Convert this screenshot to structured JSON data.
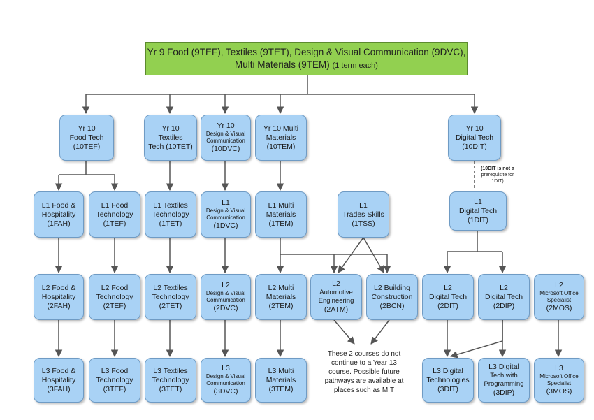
{
  "header": {
    "line1": "Yr 9 Food (9TEF), Textiles (9TET), Design & Visual Communication (9DVC),",
    "line2": "Multi Materials (9TEM)",
    "suffix": "(1 term each)"
  },
  "nodes": {
    "y10_food": {
      "l1": "Yr 10",
      "l2": "Food Tech",
      "l3": "(10TEF)"
    },
    "y10_text": {
      "l1": "Yr 10",
      "l2": "Textiles",
      "l3": "Tech (10TET)"
    },
    "y10_dvc": {
      "l1": "Yr 10",
      "l2": "Design & Visual",
      "l3": "Communication",
      "l4": "(10DVC)"
    },
    "y10_multi": {
      "l1": "Yr 10 Multi",
      "l2": "Materials",
      "l3": "(10TEM)"
    },
    "y10_dig": {
      "l1": "Yr 10",
      "l2": "Digital Tech",
      "l3": "(10DIT)"
    },
    "l1_fah": {
      "l1": "L1 Food &",
      "l2": "Hospitality",
      "l3": "(1FAH)"
    },
    "l1_tef": {
      "l1": "L1 Food",
      "l2": "Technology",
      "l3": "(1TEF)"
    },
    "l1_tet": {
      "l1": "L1 Textiles",
      "l2": "Technology",
      "l3": "(1TET)"
    },
    "l1_dvc": {
      "l1": "L1",
      "l2": "Design & Visual",
      "l3": "Communication",
      "l4": "(1DVC)"
    },
    "l1_tem": {
      "l1": "L1 Multi",
      "l2": "Materials",
      "l3": "(1TEM)"
    },
    "l1_tss": {
      "l1": "L1",
      "l2": "Trades Skills",
      "l3": "(1TSS)"
    },
    "l1_dit": {
      "l1": "L1",
      "l2": "Digital Tech",
      "l3": "(1DIT)"
    },
    "l2_fah": {
      "l1": "L2 Food &",
      "l2": "Hospitality",
      "l3": "(2FAH)"
    },
    "l2_tef": {
      "l1": "L2 Food",
      "l2": "Technology",
      "l3": "(2TEF)"
    },
    "l2_tet": {
      "l1": "L2 Textiles",
      "l2": "Technology",
      "l3": "(2TET)"
    },
    "l2_dvc": {
      "l1": "L2",
      "l2": "Design & Visual",
      "l3": "Communication",
      "l4": "(2DVC)"
    },
    "l2_tem": {
      "l1": "L2 Multi",
      "l2": "Materials",
      "l3": "(2TEM)"
    },
    "l2_atm": {
      "l1": "L2",
      "l2": "Automotive",
      "l3": "Engineering",
      "l4": "(2ATM)"
    },
    "l2_bcn": {
      "l1": "L2 Building",
      "l2": "Construction",
      "l3": "(2BCN)"
    },
    "l2_dit": {
      "l1": "L2",
      "l2": "Digital Tech",
      "l3": "(2DIT)"
    },
    "l2_dip": {
      "l1": "L2",
      "l2": "Digital Tech",
      "l3": "(2DIP)"
    },
    "l2_mos": {
      "l1": "L2",
      "l2": "Microsoft Office",
      "l3": "Specialist",
      "l4": "(2MOS)"
    },
    "l3_fah": {
      "l1": "L3 Food &",
      "l2": "Hospitality",
      "l3": "(3FAH)"
    },
    "l3_tef": {
      "l1": "L3 Food",
      "l2": "Technology",
      "l3": "(3TEF)"
    },
    "l3_tet": {
      "l1": "L3 Textiles",
      "l2": "Technology",
      "l3": "(3TET)"
    },
    "l3_dvc": {
      "l1": "L3",
      "l2": "Design & Visual",
      "l3": "Communication",
      "l4": "(3DVC)"
    },
    "l3_tem": {
      "l1": "L3 Multi",
      "l2": "Materials",
      "l3": "(3TEM)"
    },
    "l3_dit": {
      "l1": "L3 Digital",
      "l2": "Technologies",
      "l3": "(3DIT)"
    },
    "l3_dip": {
      "l1": "L3 Digital",
      "l2": "Tech with",
      "l3": "Programming",
      "l4": "(3DIP)"
    },
    "l3_mos": {
      "l1": "L3",
      "l2": "Microsoft Office",
      "l3": "Specialist",
      "l4": "(3MOS)"
    }
  },
  "notes": {
    "prereq": {
      "l1": "(10DIT is not a",
      "l2": "prerequisite for",
      "l3": "1DIT)"
    },
    "trades": {
      "l1": "These 2 courses do not",
      "l2": "continue to a Year 13",
      "l3": "course. Possible future",
      "l4": "pathways are available at",
      "l5": "places such as MIT"
    }
  },
  "colors": {
    "header_fill": "#92d050",
    "box_fill": "#a9d2f5",
    "box_border": "#6f9bc4",
    "connector": "#555555"
  }
}
